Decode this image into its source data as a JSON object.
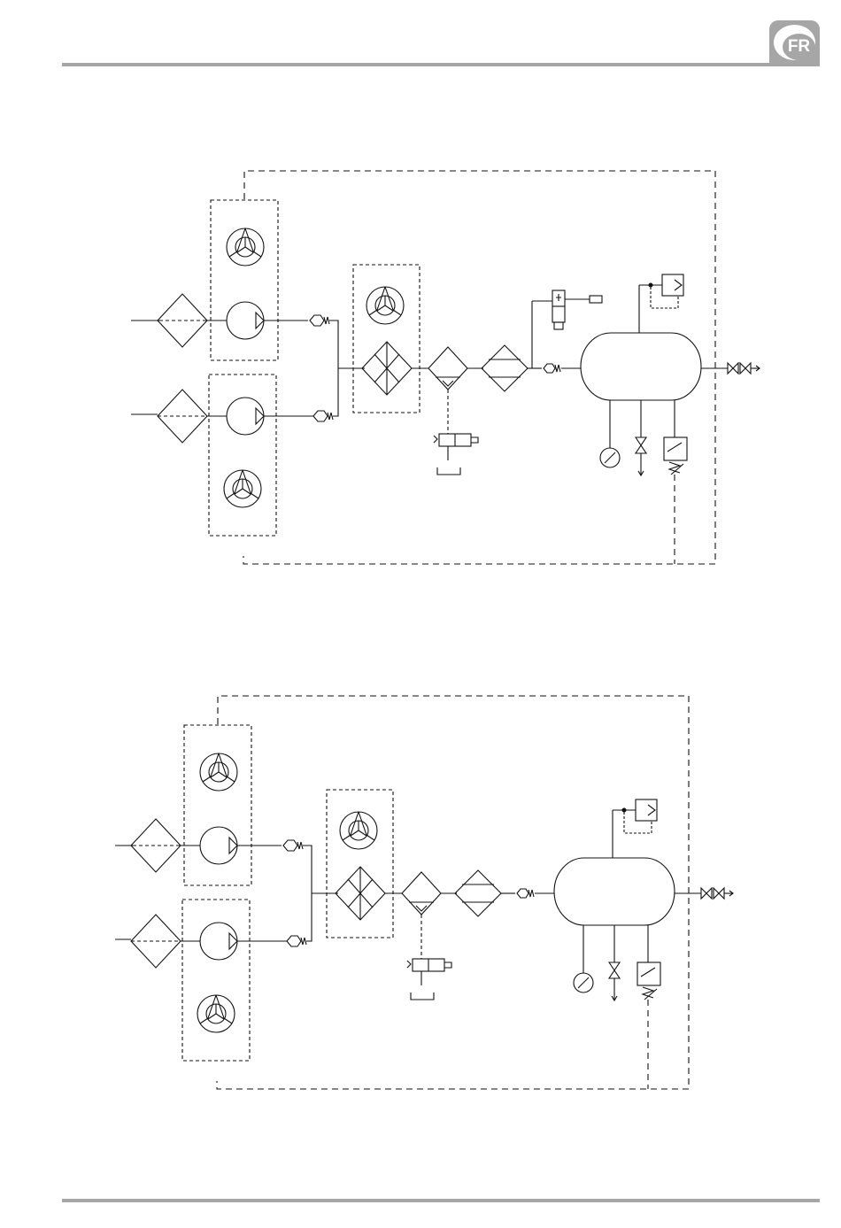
{
  "header": {
    "language_badge": "FR"
  },
  "diagrams": [
    {
      "id": "a",
      "has_solenoid_valve": true
    },
    {
      "id": "b",
      "has_solenoid_valve": false
    }
  ],
  "colors": {
    "line": "#111111",
    "rule": "#a6a6a6",
    "badge": "#a6a6a6"
  }
}
